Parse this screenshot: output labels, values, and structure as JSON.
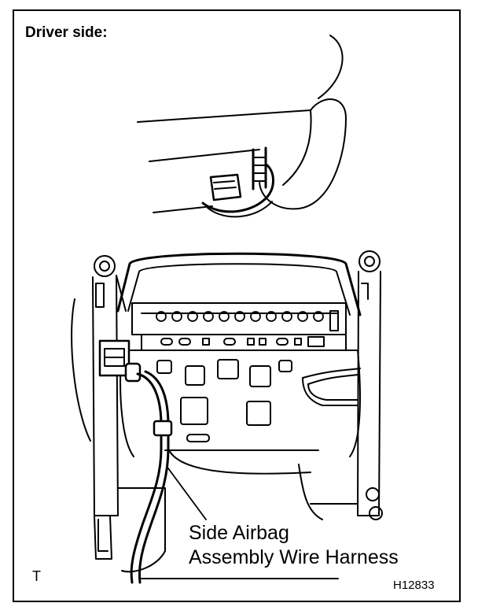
{
  "heading": "Driver side:",
  "callout": {
    "line1": "Side Airbag",
    "line2": "Assembly Wire Harness"
  },
  "corner_mark": "T",
  "figure_code": "H12833"
}
